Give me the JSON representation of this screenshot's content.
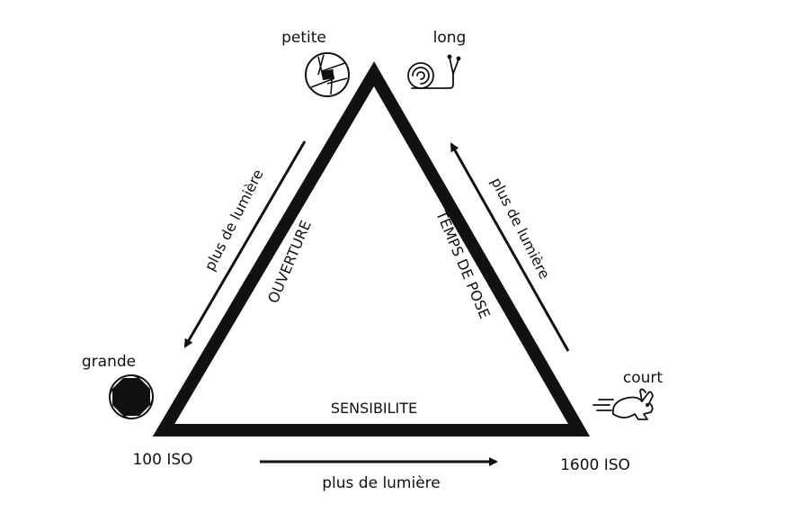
{
  "labels": {
    "top_left": "petite",
    "top_right": "long",
    "left": "grande",
    "right": "court",
    "bottom_left": "100 ISO",
    "bottom_right": "1600 ISO"
  },
  "axes": {
    "aperture": "OUVERTURE",
    "shutter": "TEMPS DE POSE",
    "sensitivity": "SENSIBILITE"
  },
  "arrows": {
    "left": "plus de lumière",
    "right": "plus de lumière",
    "bottom": "plus de lumière"
  },
  "colors": {
    "ink": "#111111",
    "background": "#ffffff"
  },
  "icons": {
    "small_aperture": "aperture-small-icon",
    "large_aperture": "aperture-large-icon",
    "slow": "snail-icon",
    "fast": "rabbit-icon"
  }
}
